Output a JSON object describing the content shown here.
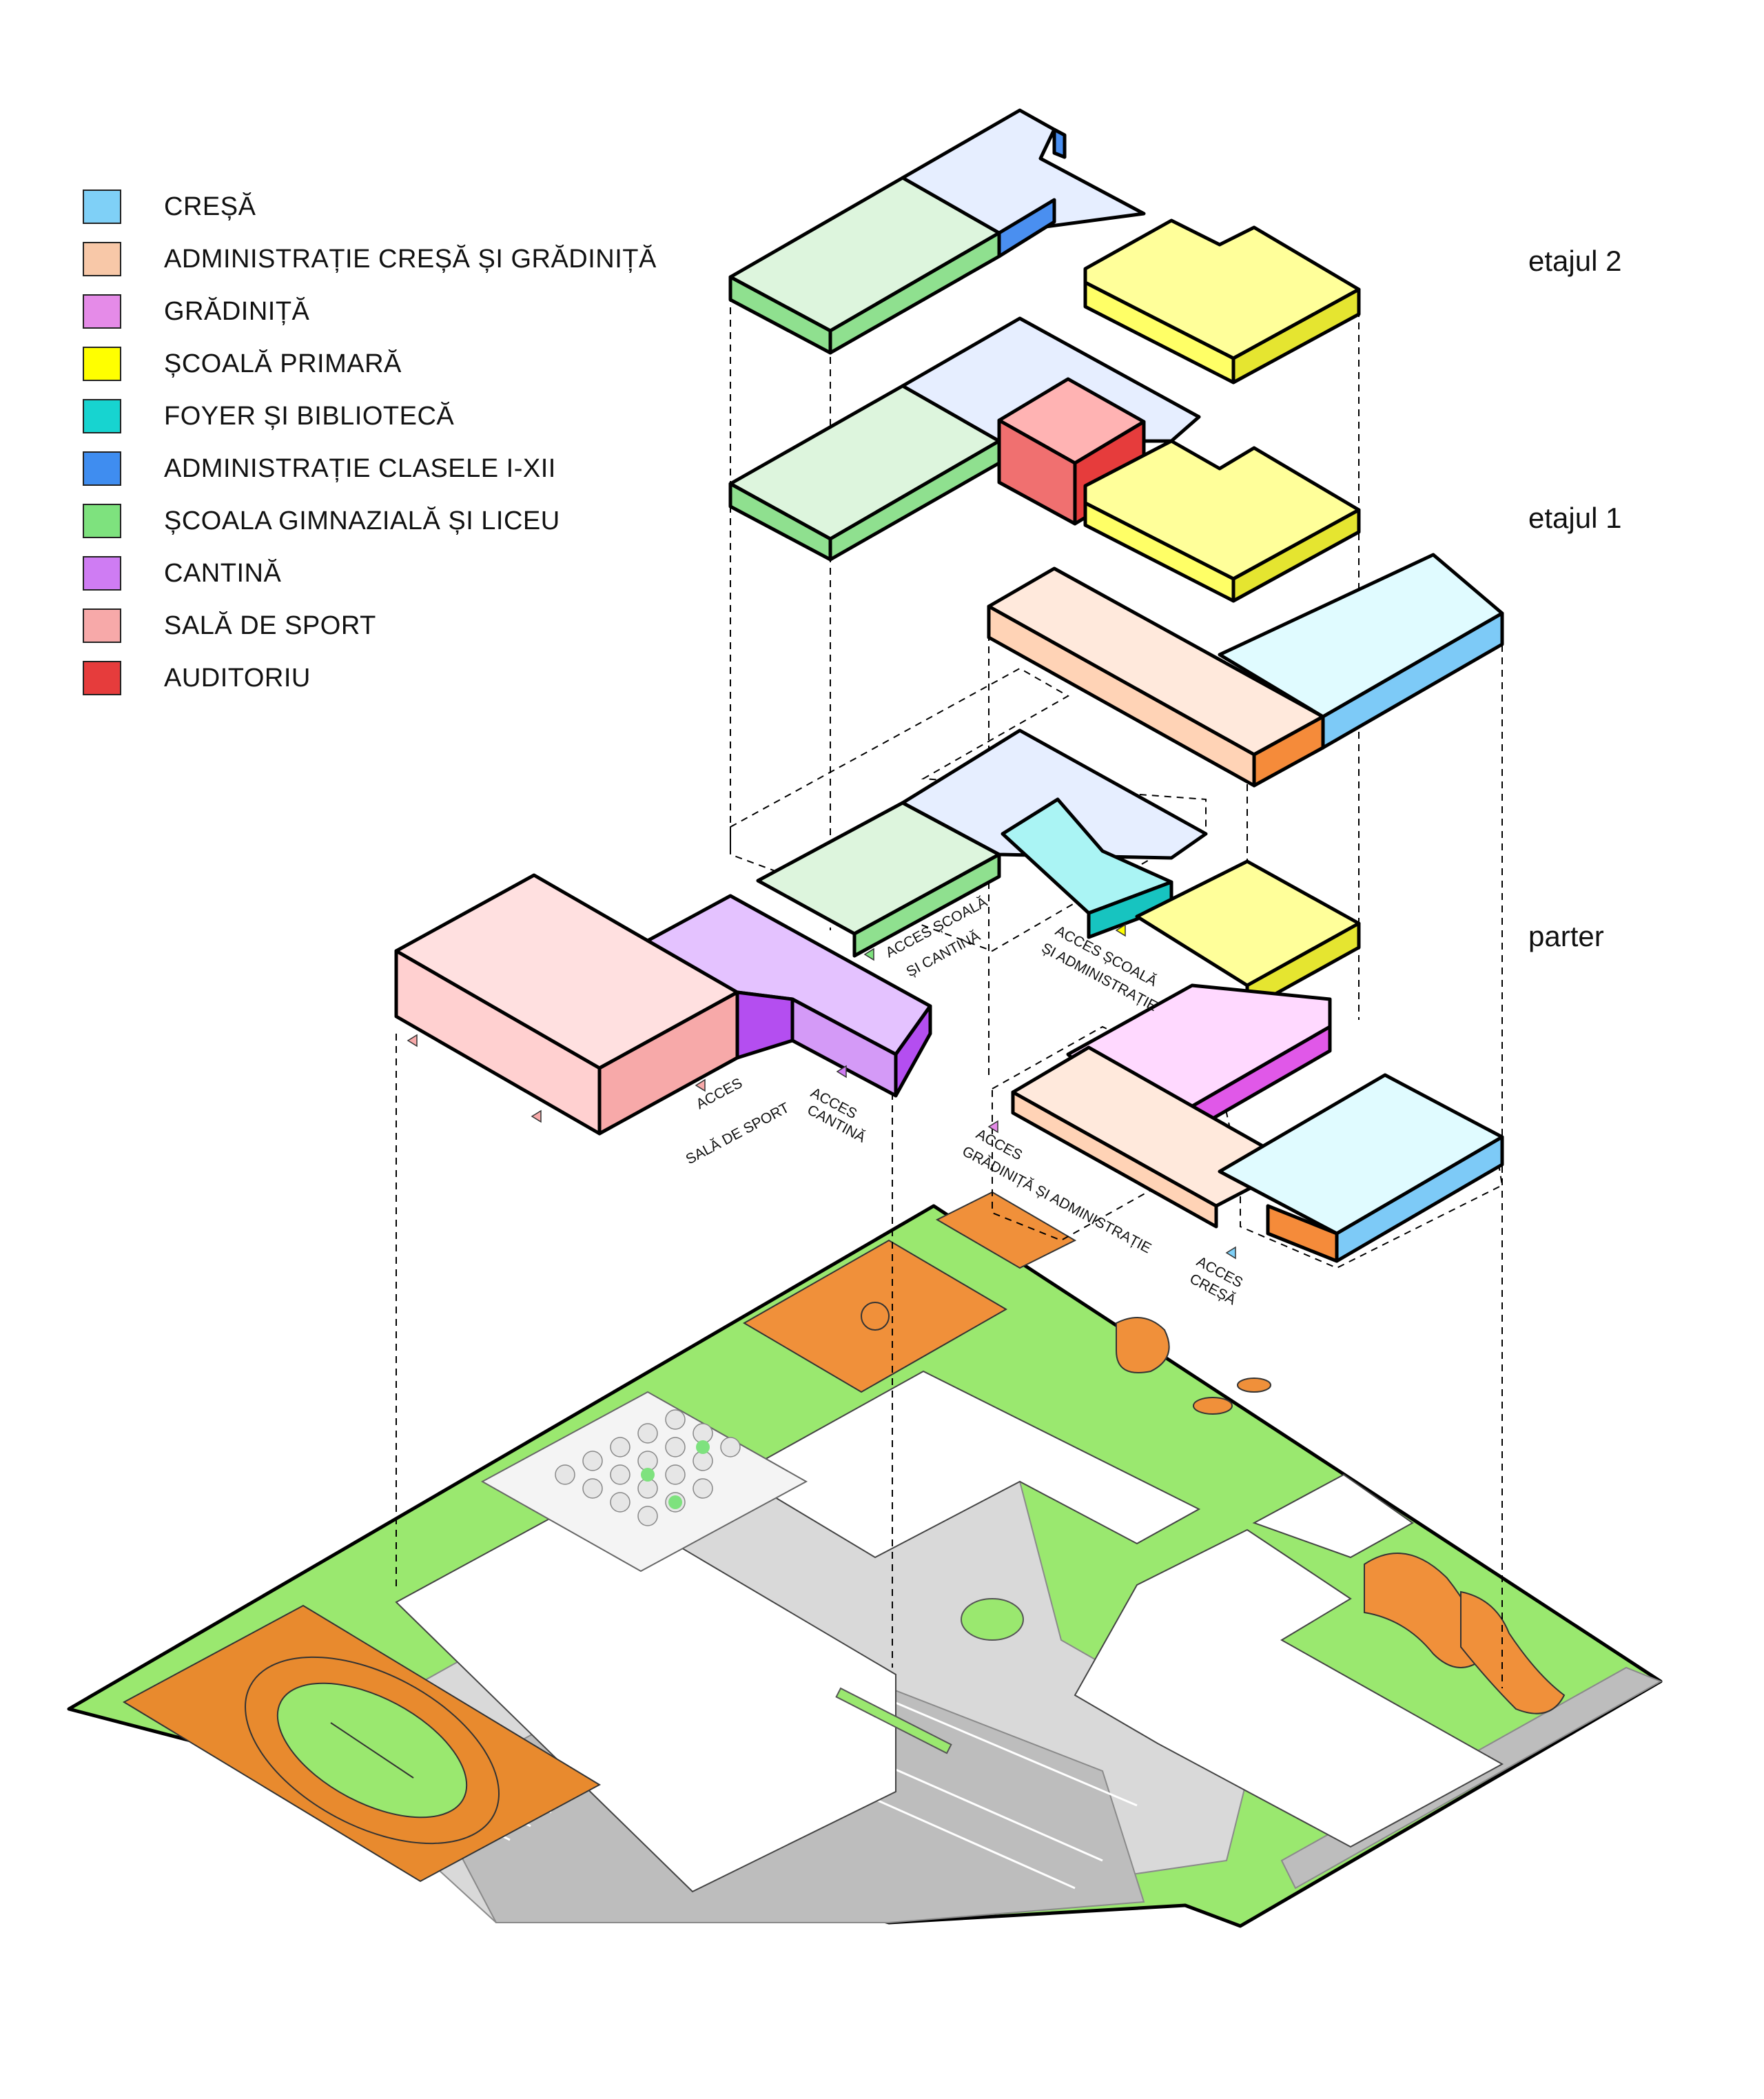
{
  "legend": {
    "items": [
      {
        "label": "CREȘĂ",
        "color": "#7fd0f7"
      },
      {
        "label": "ADMINISTRAȚIE CREȘĂ ȘI GRĂDINIȚĂ",
        "color": "#f8c8a8"
      },
      {
        "label": "GRĂDINIȚĂ",
        "color": "#e58be8"
      },
      {
        "label": "ȘCOALĂ PRIMARĂ",
        "color": "#ffff00"
      },
      {
        "label": "FOYER ȘI BIBLIOTECĂ",
        "color": "#17d4d0"
      },
      {
        "label": "ADMINISTRAȚIE CLASELE I-XII",
        "color": "#3f8df0"
      },
      {
        "label": "ȘCOALA GIMNAZIALĂ ȘI LICEU",
        "color": "#7ee27e"
      },
      {
        "label": "CANTINĂ",
        "color": "#cf7cf3"
      },
      {
        "label": "SALĂ DE SPORT",
        "color": "#f7a9a9"
      },
      {
        "label": "AUDITORIU",
        "color": "#e63c3c"
      }
    ]
  },
  "levels": {
    "floor2": "etajul 2",
    "floor1": "etajul 1",
    "ground": "parter"
  },
  "access": {
    "school_canteen": [
      "ACCES ȘCOALĂ",
      "ȘI CANTINĂ"
    ],
    "school_admin": [
      "ACCES ȘCOALĂ",
      "ȘI ADMINISTRAȚIE"
    ],
    "sport": [
      "ACCES",
      "SALĂ DE SPORT"
    ],
    "canteen": [
      "ACCES",
      "CANTINĂ"
    ],
    "kindergarten": [
      "ACCES",
      "GRĂDINIȚĂ ȘI ADMINISTRAȚIE"
    ],
    "nursery": [
      "ACCES",
      "CREȘĂ"
    ]
  }
}
